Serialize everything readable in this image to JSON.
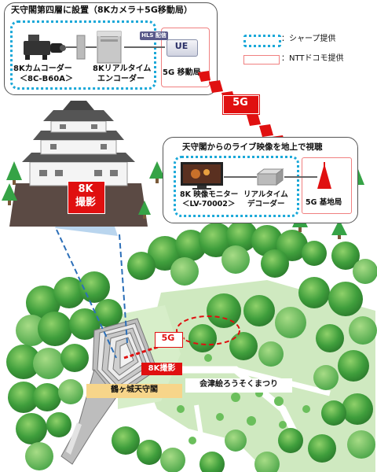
{
  "top_panel": {
    "title": "天守閣第四層に設置（8Kカメラ＋5G移動局）",
    "camcorder_line1": "8Kカムコーダー",
    "camcorder_line2": "＜8C-B60A＞",
    "encoder_line1": "8Kリアルタイム",
    "encoder_line2": "エンコーダー",
    "hls_tag": "HLS 配信",
    "ue_label": "UE",
    "mobile_station": "5G 移動局"
  },
  "legend": {
    "sharp": "：シャープ提供",
    "docomo": "：NTTドコモ提供"
  },
  "link_5g_top": "5G",
  "shooting_tag_line1": "8K",
  "shooting_tag_line2": "撮影",
  "live_panel": {
    "title": "天守閣からのライブ映像を地上で視聴",
    "monitor_line1": "8K 映像モニター",
    "monitor_line2": "＜LV-70002＞",
    "decoder_line1": "リアルタイム",
    "decoder_line2": "デコーダー",
    "base_station": "5G 基地局"
  },
  "map": {
    "link_5g": "5G",
    "shoot_label": "8K撮影",
    "castle_label": "鶴ヶ城天守閣",
    "festival_label": "会津絵ろうそくまつり"
  },
  "colors": {
    "sharp_border": "#1aa8d8",
    "docomo_border": "#f08080",
    "red": "#e01010",
    "park_green": "#c5e3b6",
    "tree_green": "#3aa84a",
    "castle_label_bg": "#f7d58a"
  }
}
